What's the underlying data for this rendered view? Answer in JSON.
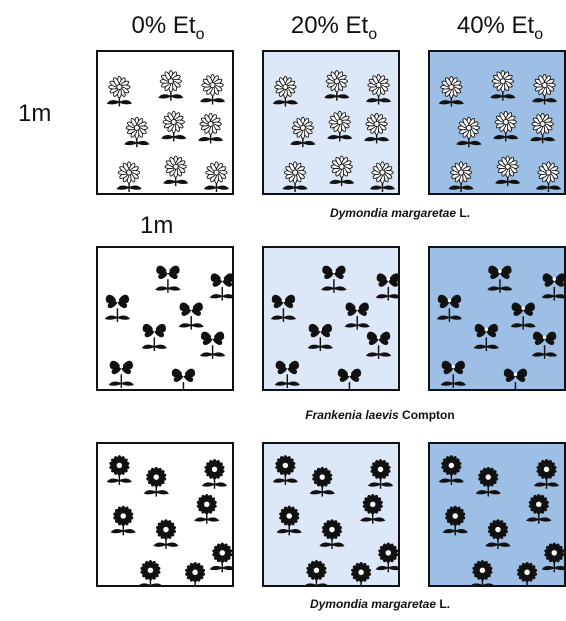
{
  "columns": [
    {
      "label": "0% Et",
      "sub": "o",
      "fill": "#ffffff"
    },
    {
      "label": "20% Et",
      "sub": "o",
      "fill": "#dce8f7"
    },
    {
      "label": "40% Et",
      "sub": "o",
      "fill": "#9dbfe6"
    }
  ],
  "side_label": "1m",
  "bottom_label": "1m",
  "rows": [
    {
      "species_italic": "Dymondia margaretae",
      "species_rest": " L.",
      "plant_icon": "white-daisy-icon"
    },
    {
      "species_italic": "Frankenia laevis",
      "species_rest": " Compton",
      "plant_icon": "butterfly-flower-icon"
    },
    {
      "species_italic": "Dymondia margaretae",
      "species_rest": " L.",
      "plant_icon": "black-sunflower-icon"
    }
  ]
}
